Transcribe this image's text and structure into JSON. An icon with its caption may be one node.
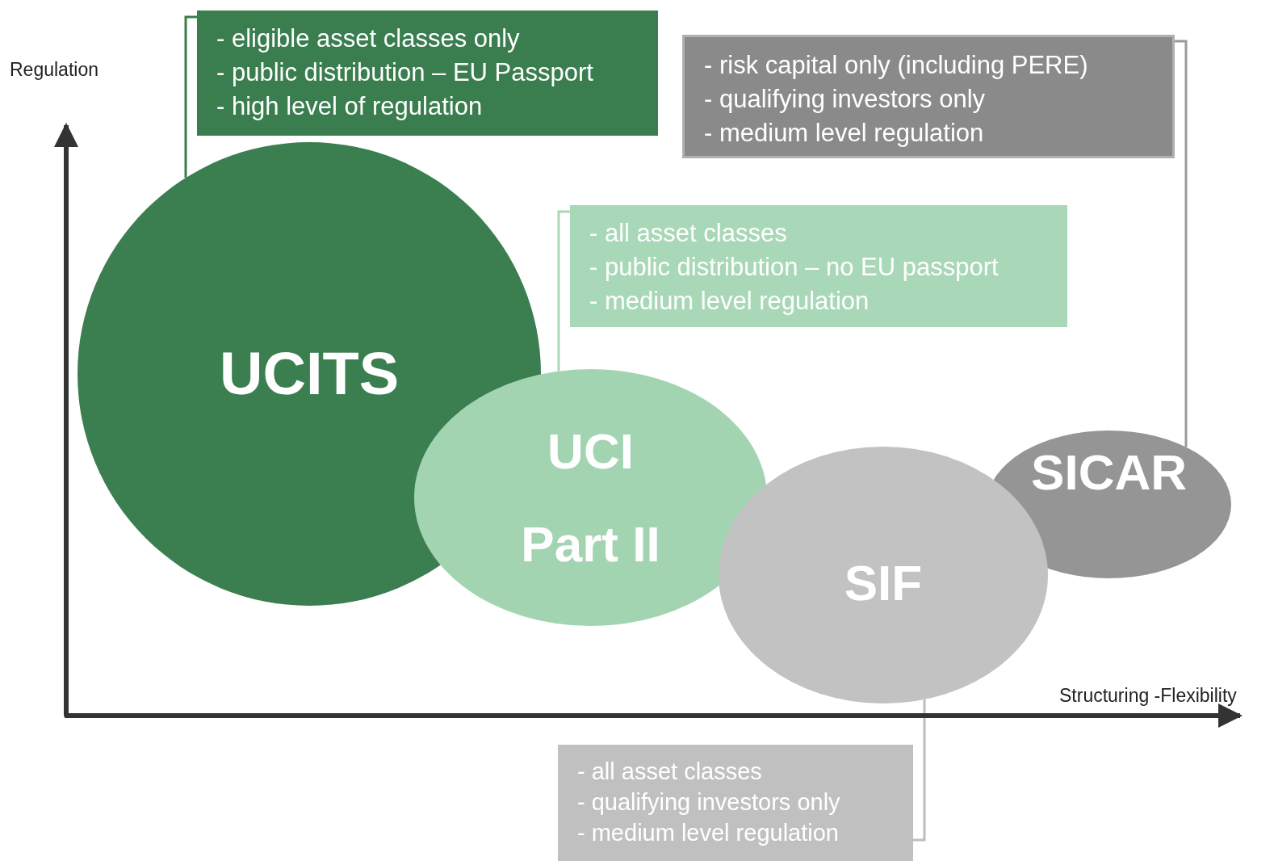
{
  "diagram": {
    "nodes": [
      {
        "text": [
          "- eligible asset classes only",
          "- public distribution – EU Passport",
          "- high level of regulation"
        ]
      },
      {
        "text": [
          "- risk capital only (including PERE)",
          "- qualifying investors only",
          "- medium level regulation"
        ]
      },
      {
        "text": [
          "- all asset classes",
          "- public distribution – no EU passport",
          "- medium level regulation"
        ]
      },
      {
        "text": [
          "UCITS"
        ]
      },
      {
        "text": [
          "UCI Part II"
        ]
      },
      {
        "text": [
          "SICAR"
        ]
      },
      {
        "text": [
          "SIF"
        ]
      },
      {
        "text": [
          "- all asset classes",
          "- qualifying investors only",
          "- medium level regulation"
        ]
      }
    ],
    "edges": [
      {
        "from": 0,
        "to": 3,
        "arrow": "none"
      },
      {
        "from": 1,
        "to": 5,
        "arrow": "none",
        "color": "#9a9a9a"
      },
      {
        "from": 2,
        "to": 4,
        "arrow": "none",
        "color": "#a9d8b8"
      },
      {
        "from": 7,
        "to": 6,
        "arrow": "none",
        "color": "#bdbdbd"
      }
    ],
    "labels": [
      "Regulation",
      "Structuring -Flexibility"
    ]
  }
}
